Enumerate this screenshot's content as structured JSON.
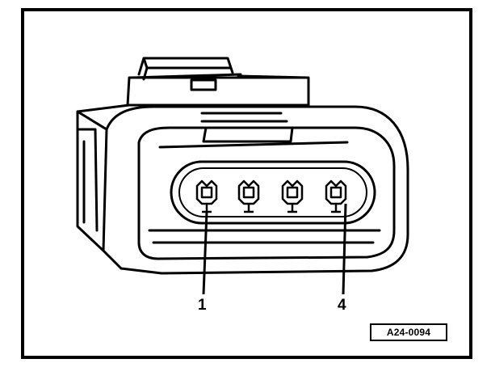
{
  "callouts": [
    {
      "label": "1"
    },
    {
      "label": "4"
    }
  ],
  "figure_code": "A24-0094",
  "colors": {
    "ink": "#000000",
    "background": "#ffffff"
  }
}
